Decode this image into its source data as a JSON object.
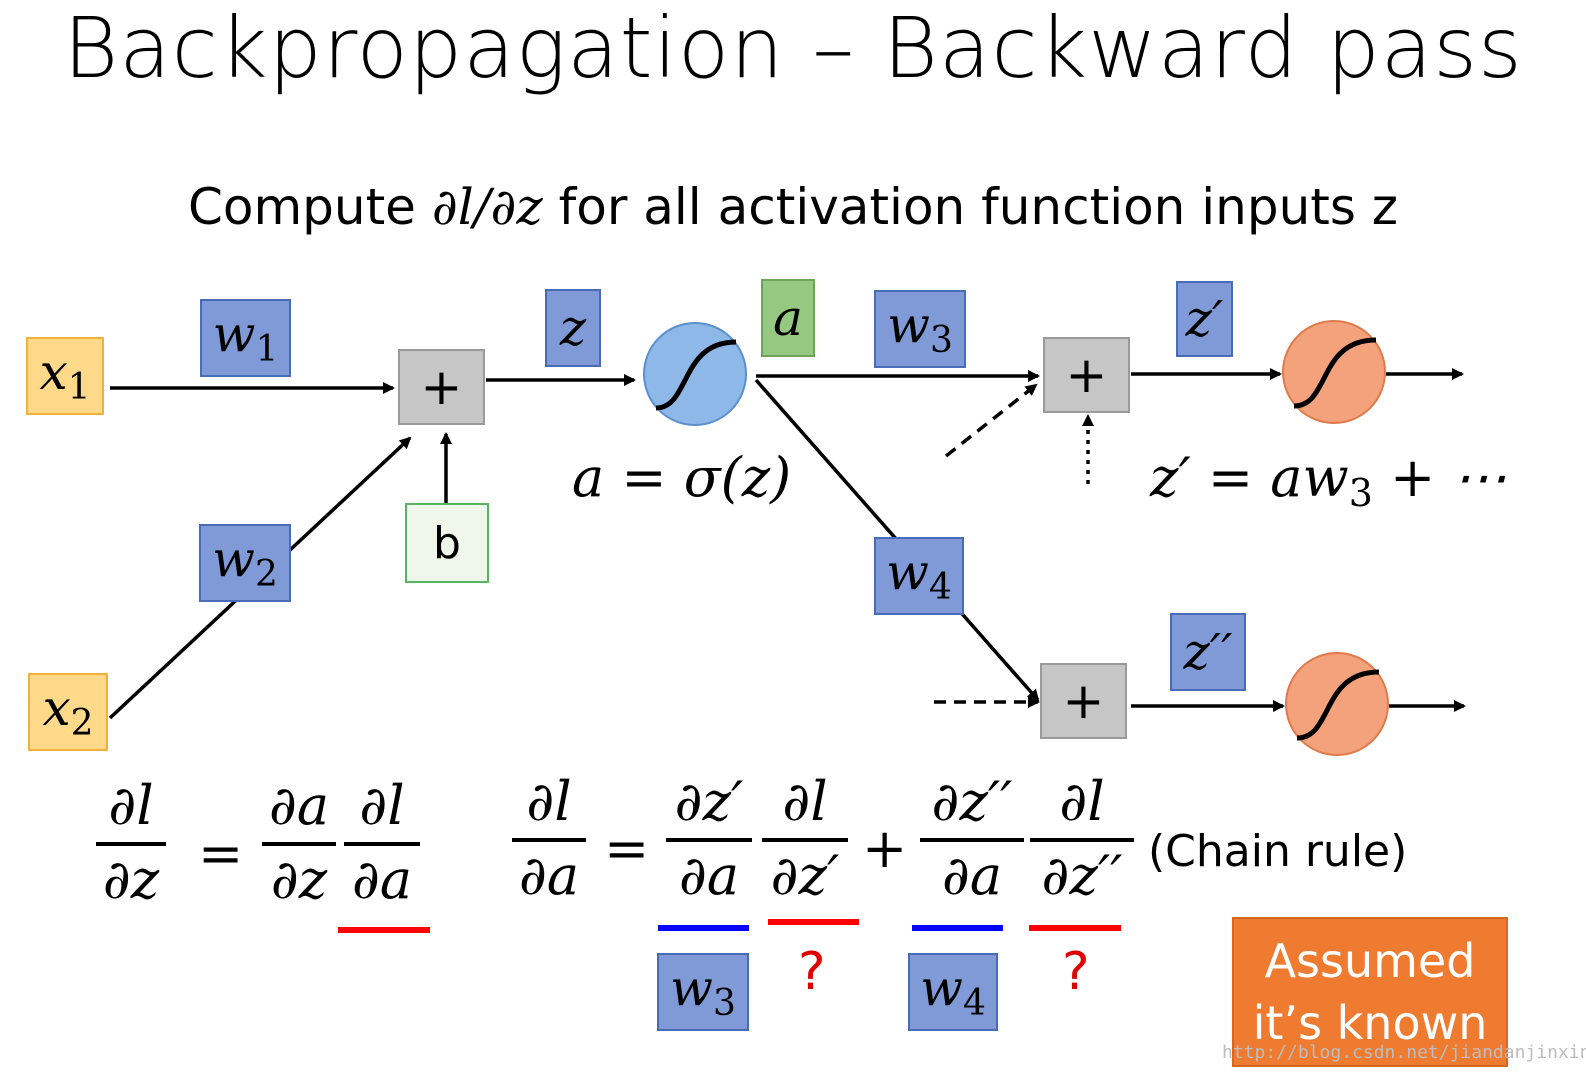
{
  "title": "Backpropagation – Backward pass",
  "subtitle": {
    "prefix": "Compute ",
    "math": "∂l/∂z",
    "suffix": " for all activation function inputs z"
  },
  "nodes": {
    "x1": {
      "base": "x",
      "sub": "1"
    },
    "x2": {
      "base": "x",
      "sub": "2"
    },
    "w1": {
      "base": "w",
      "sub": "1"
    },
    "w2": {
      "base": "w",
      "sub": "2"
    },
    "w3": {
      "base": "w",
      "sub": "3"
    },
    "w4": {
      "base": "w",
      "sub": "4"
    },
    "z": "z",
    "a": "a",
    "z_prime": "z′",
    "z_dprime": "z′′",
    "b": "b",
    "plus": "+"
  },
  "equations": {
    "a_sigma": "a = σ(z)",
    "z_prime_def": {
      "lhs": "z′ = aw",
      "sub": "3",
      "rhs": " + ⋯"
    }
  },
  "formula_left": {
    "lhs": {
      "num": "∂l",
      "den": "∂z"
    },
    "equals": "=",
    "f1": {
      "num": "∂a",
      "den": "∂z"
    },
    "f2": {
      "num": "∂l",
      "den": "∂a"
    }
  },
  "formula_right": {
    "lhs": {
      "num": "∂l",
      "den": "∂a"
    },
    "equals": "=",
    "f1": {
      "num": "∂z′",
      "den": "∂a"
    },
    "f2": {
      "num": "∂l",
      "den": "∂z′"
    },
    "plus": "+",
    "f3": {
      "num": "∂z′′",
      "den": "∂a"
    },
    "f4": {
      "num": "∂l",
      "den": "∂z′′"
    },
    "note": "(Chain rule)",
    "q1": "?",
    "q2": "?",
    "w3_label": {
      "base": "w",
      "sub": "3"
    },
    "w4_label": {
      "base": "w",
      "sub": "4"
    }
  },
  "assumed": {
    "line1": "Assumed",
    "line2": "it’s known"
  },
  "watermark": "http://blog.csdn.net/jiandanjinxin",
  "colors": {
    "weight_box": "#7f9ad6",
    "input_box": "#ffd98a",
    "activation_box": "#96c882",
    "sum_box": "#c6c6c6",
    "neuron_blue": "#8db8e8",
    "neuron_orange": "#f4a27c",
    "underline_blue": "#0000ff",
    "underline_red": "#ff0000",
    "assumed_box": "#ef7b31"
  }
}
